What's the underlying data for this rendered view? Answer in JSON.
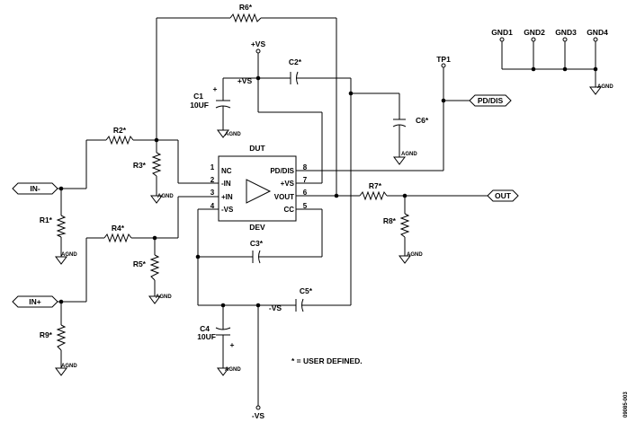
{
  "ports": {
    "in_minus": "IN-",
    "in_plus": "IN+",
    "out": "OUT",
    "pd_dis": "PD/DIS"
  },
  "components": {
    "r1": "R1*",
    "r2": "R2*",
    "r3": "R3*",
    "r4": "R4*",
    "r5": "R5*",
    "r6": "R6*",
    "r7": "R7*",
    "r8": "R8*",
    "r9": "R9*",
    "c1": "C1",
    "c1_value": "10UF",
    "c2": "C2*",
    "c3": "C3*",
    "c4": "C4",
    "c4_value": "10UF",
    "c5": "C5*",
    "c6": "C6*",
    "tp1": "TP1"
  },
  "supplies": {
    "pos": "+VS",
    "neg": "-VS",
    "agnd": "AGND",
    "plus_sign": "+"
  },
  "grounds": [
    "GND1",
    "GND2",
    "GND3",
    "GND4"
  ],
  "dut": {
    "title": "DUT",
    "subtitle": "DEV",
    "left_pins": [
      {
        "num": "1",
        "name": "NC"
      },
      {
        "num": "2",
        "name": "-IN"
      },
      {
        "num": "3",
        "name": "+IN"
      },
      {
        "num": "4",
        "name": "-VS"
      }
    ],
    "right_pins": [
      {
        "num": "8",
        "name": "PD/DIS"
      },
      {
        "num": "7",
        "name": "+VS"
      },
      {
        "num": "6",
        "name": "VOUT"
      },
      {
        "num": "5",
        "name": "CC"
      }
    ]
  },
  "notes": {
    "user_defined": "* = USER DEFINED.",
    "figure_id": "09085-003"
  }
}
